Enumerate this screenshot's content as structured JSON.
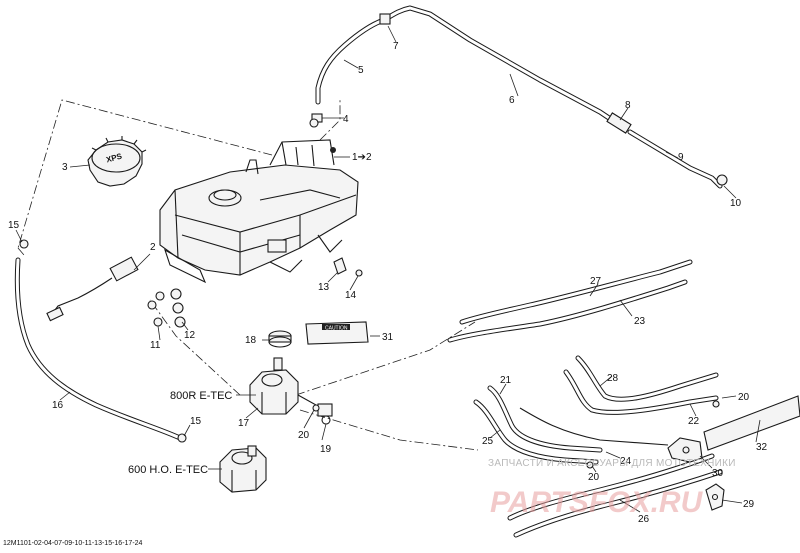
{
  "diagram": {
    "callouts": {
      "c1": "1",
      "c1_arrow": "1➔2",
      "c2": "2",
      "c3": "3",
      "c4": "4",
      "c5": "5",
      "c6": "6",
      "c7": "7",
      "c8": "8",
      "c9": "9",
      "c10": "10",
      "c11": "11",
      "c12": "12",
      "c13": "13",
      "c14": "14",
      "c15a": "15",
      "c15b": "15",
      "c16": "16",
      "c17": "17",
      "c18": "18",
      "c19": "19",
      "c20a": "20",
      "c20b": "20",
      "c20c": "20",
      "c21": "21",
      "c22": "22",
      "c23": "23",
      "c24": "24",
      "c25": "25",
      "c26": "26",
      "c27": "27",
      "c28": "28",
      "c29": "29",
      "c30": "30",
      "c31": "31",
      "c32": "32"
    },
    "engine_labels": {
      "e800": "800R E-TEC",
      "e600": "600 H.O. E-TEC"
    },
    "caution_label": "CAUTION",
    "cap_logo": "XPS",
    "footer_code": "12M1101-02-04-07-09-10-11-13-15-16-17-24"
  },
  "watermark": {
    "line": "ЗАПЧАСТИ И АКСЕССУАРЫ ДЛЯ МОТОТЕХНИКИ",
    "logo": "PARTSFOX.RU"
  }
}
